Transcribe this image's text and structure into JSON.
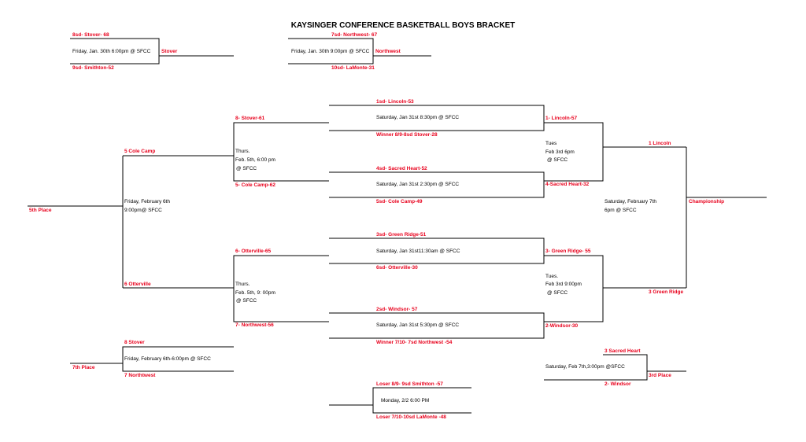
{
  "title": "KAYSINGER CONFERENCE BASKETBALL BOYS BRACKET",
  "play_in": [
    {
      "top": "8sd- Stover- 68",
      "info": "Friday, Jan. 30th 6:00pm @ SFCC",
      "winner": "Stover",
      "bottom": "9sd- Smithton-52"
    },
    {
      "top": "7sd- Northwest- 67",
      "info": "Friday, Jan. 30th 9:00pm @ SFCC",
      "winner": "Northwest",
      "bottom": "10sd- LaMonte-31"
    }
  ],
  "round1": [
    {
      "top": "1sd- Lincoln-53",
      "info": "Saturday, Jan 31st 8:30pm @ SFCC",
      "bottom": "Winner 8/9-8sd Stover-28",
      "winner": "1- Lincoln-57"
    },
    {
      "top": "4sd- Sacred Heart-52",
      "info": "Saturday, Jan 31st 2:30pm @ SFCC",
      "bottom": "5sd- Cole Camp-49",
      "winner": "4-Sacred Heart-32"
    },
    {
      "top": "3sd- Green Ridge-51",
      "info": "Saturday, Jan 31st11:30am @ SFCC",
      "bottom": "6sd- Otterville-30",
      "winner": "3- Green Ridge- 55"
    },
    {
      "top": "2sd- Windsor- 57",
      "info": "Saturday, Jan 31st 5:30pm @ SFCC",
      "bottom": "Winner 7/10- 7sd Northwest -54",
      "winner": "2-Windsor-30"
    }
  ],
  "consolation": [
    {
      "top": "8- Stover-61",
      "info1": "Thurs.",
      "info2": "Feb. 5th, 6:00 pm",
      "info3": "@ SFCC",
      "bottom": "5- Cole Camp-62"
    },
    {
      "top": "6- Otterville-65",
      "info1": "Thurs.",
      "info2": "Feb. 5th, 9: 00pm",
      "info3": "@ SFCC",
      "bottom": "7- Northwest-56"
    }
  ],
  "fifth_place": {
    "top": "5 Cole Camp",
    "info1": "Friday, February 6th",
    "info2": "9:00pm@ SFCC",
    "bottom": "6 Otterville",
    "label": "5th Place"
  },
  "seventh_place": {
    "top": "8 Stover",
    "info": "Friday, February 6th-6:00pm @ SFCC",
    "bottom": "7 Northtwest",
    "label": "7th Place"
  },
  "semifinals": [
    {
      "info1": "Tues",
      "info2": "Feb 3rd 6pm",
      "info3": "@ SFCC"
    },
    {
      "info1": "Tues.",
      "info2": "Feb 3rd 9:00pm",
      "info3": "@ SFCC"
    }
  ],
  "championship": {
    "top": "1 Lincoln",
    "info1": "Saturday, February 7th",
    "info2": "6pm @ SFCC",
    "bottom": "3 Green Ridge",
    "label": "Championship"
  },
  "third_place": {
    "top": "3 Sacred Heart",
    "info": "Saturday, Feb 7th,3:00pm @SFCC",
    "bottom": "2- Windsor",
    "label": "3rd Place"
  },
  "losers_game": {
    "top": "Loser 8/9- 9sd Smithton -57",
    "info": "Monday, 2/2 6:00 PM",
    "bottom": "Loser 7/10-10sd LaMonte -48"
  }
}
